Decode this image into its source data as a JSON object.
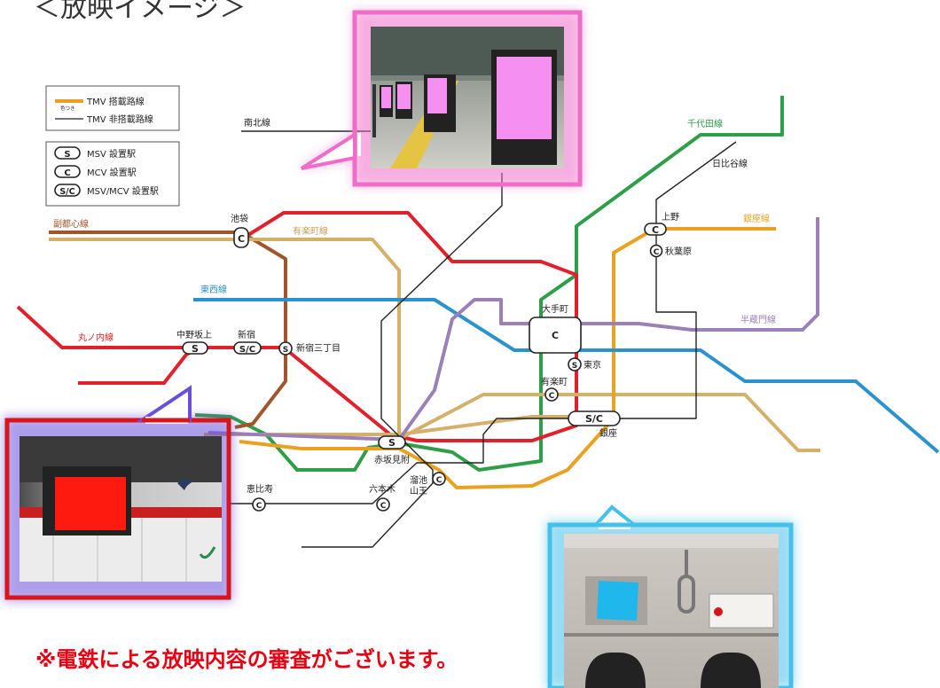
{
  "heading": "＜放映イメージ＞",
  "notice": "※電鉄による放映内容の審査がございます。",
  "legend": {
    "tmv_line": "TMV 搭載路線",
    "tmv_sub": "色つき",
    "non_tmv_line": "TMV 非搭載路線",
    "msv": "MSV 設置駅",
    "mcv": "MCV 設置駅",
    "msv_mcv": "MSV/MCV 設置駅"
  },
  "lines": {
    "namboku": "南北線",
    "chiyoda": "千代田線",
    "hibiya": "日比谷線",
    "fukutoshin": "副都心線",
    "yurakucho": "有楽町線",
    "ginza": "銀座線",
    "tozai": "東西線",
    "marunouchi": "丸ノ内線",
    "hanzomon": "半蔵門線"
  },
  "line_colors": {
    "marunouchi": "#e0202a",
    "chiyoda": "#2e9e48",
    "hibiya": "#222222",
    "fukutoshin": "#a0562c",
    "yurakucho": "#d4b06a",
    "ginza": "#eaa122",
    "tozai": "#2a92cc",
    "hanzomon": "#9b80b8",
    "namboku": "#222222"
  },
  "stations": {
    "ikebukuro": "池袋",
    "ueno": "上野",
    "akihabara": "秋葉原",
    "otemachi": "大手町",
    "tokyo": "東京",
    "yurakucho_st": "有楽町",
    "ginza_st": "銀座",
    "nakanosakaue": "中野坂上",
    "shinjuku": "新宿",
    "shinjuku_sanchome": "新宿三丁目",
    "akasaka_mitsuke": "赤坂見附",
    "tameike_sanno": "溜池\n山王",
    "roppongi": "六本木",
    "ebisu": "恵比寿"
  },
  "badges": {
    "s": "S",
    "c": "C",
    "sc": "S/C"
  },
  "frame_colors": {
    "pink": "#f06cc8",
    "red": "#d8141c",
    "blue": "#45c0ea",
    "screen_pink": "#f590f0",
    "screen_red": "#ff1a10",
    "screen_blue": "#20b8ec"
  }
}
